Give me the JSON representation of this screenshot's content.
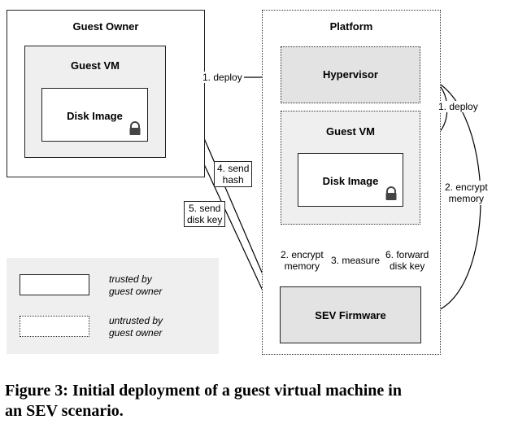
{
  "guest_owner": {
    "title": "Guest Owner",
    "vm_title": "Guest VM",
    "disk_title": "Disk Image"
  },
  "platform": {
    "title": "Platform",
    "hypervisor": "Hypervisor",
    "vm_title": "Guest VM",
    "disk_title": "Disk Image",
    "firmware": "SEV Firmware"
  },
  "arrows": {
    "deploy_1": "1. deploy",
    "deploy_1_right": "1. deploy",
    "encrypt_memory_right": [
      "2. encrypt",
      "memory"
    ],
    "encrypt_memory_bottom": [
      "2. encrypt",
      "memory"
    ],
    "measure": "3. measure",
    "send_hash": [
      "4. send",
      "hash"
    ],
    "send_disk_key": [
      "5. send",
      "disk key"
    ],
    "forward_disk_key": [
      "6. forward",
      "disk key"
    ]
  },
  "legend": {
    "trusted": [
      "trusted by",
      "guest owner"
    ],
    "untrusted": [
      "untrusted by",
      "guest owner"
    ]
  },
  "caption": [
    "Figure 3: Initial deployment of a guest virtual machine in",
    "an SEV scenario."
  ],
  "icons": {
    "lock": "lock-icon"
  }
}
